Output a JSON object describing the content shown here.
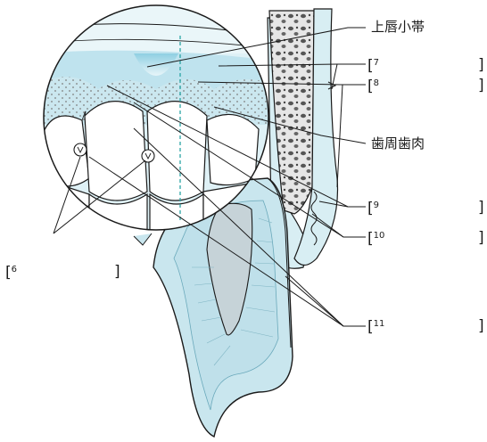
{
  "labels": {
    "frenum": "上唇小帯",
    "interdental_papilla": "歯周歯肉",
    "bracket_open": "[",
    "bracket_close": "]",
    "blank_6": "6",
    "blank_7": "7",
    "blank_8": "8",
    "blank_9": "9",
    "blank_10": "10",
    "blank_11": "11"
  },
  "colors": {
    "enamel_blue": "#c9e6ee",
    "pulp_gray": "#c6d3d8",
    "gingiva": "#d8eef3",
    "frenum_tint": "#a9d8e6",
    "bone_dots": "#8a8a8a",
    "outline": "#1a1a1a",
    "midline_dash": "#2aa5a5"
  }
}
